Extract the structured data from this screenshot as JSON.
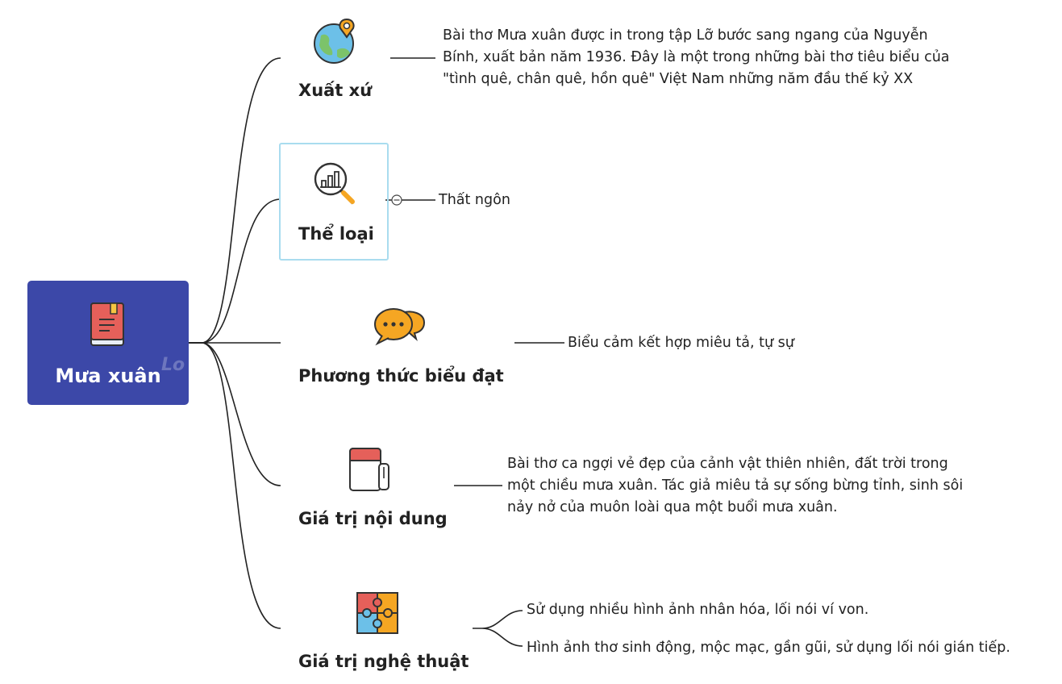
{
  "root": {
    "label": "Mưa xuân",
    "watermark": "Lo",
    "icon": "book-icon"
  },
  "branches": [
    {
      "label": "Xuất xứ",
      "icon": "globe-pin-icon",
      "details": [
        "Bài thơ Mưa xuân được in trong tập Lỡ bước sang ngang của Nguyễn",
        "Bính, xuất bản năm 1936. Đây là một trong những bài thơ tiêu biểu của",
        "\"tình quê, chân quê, hồn quê\" Việt Nam những năm đầu thế kỷ XX"
      ]
    },
    {
      "label": "Thể loại",
      "icon": "chart-magnifier-icon",
      "selected": true,
      "details": [
        "Thất ngôn"
      ]
    },
    {
      "label": "Phương thức biểu đạt",
      "icon": "speech-bubbles-icon",
      "details": [
        "Biểu cảm kết hợp miêu tả, tự sự"
      ]
    },
    {
      "label": "Giá trị nội dung",
      "icon": "notebook-icon",
      "details": [
        "Bài thơ ca ngợi vẻ đẹp của cảnh vật thiên nhiên, đất trời trong",
        "một chiều mưa xuân. Tác giả miêu tả sự sống bừng tỉnh, sinh sôi",
        "nảy nở của muôn loài qua một buổi mưa xuân."
      ]
    },
    {
      "label": "Giá trị nghệ thuật",
      "icon": "puzzle-icon",
      "details": [
        "Sử dụng nhiều hình ảnh nhân hóa, lối nói ví von.",
        "Hình ảnh thơ sinh động, mộc mạc, gần gũi, sử dụng lối nói gián tiếp."
      ]
    }
  ],
  "colors": {
    "root_fill": "#3c48a8",
    "selected_border": "#a9dcef",
    "line": "#222222"
  }
}
